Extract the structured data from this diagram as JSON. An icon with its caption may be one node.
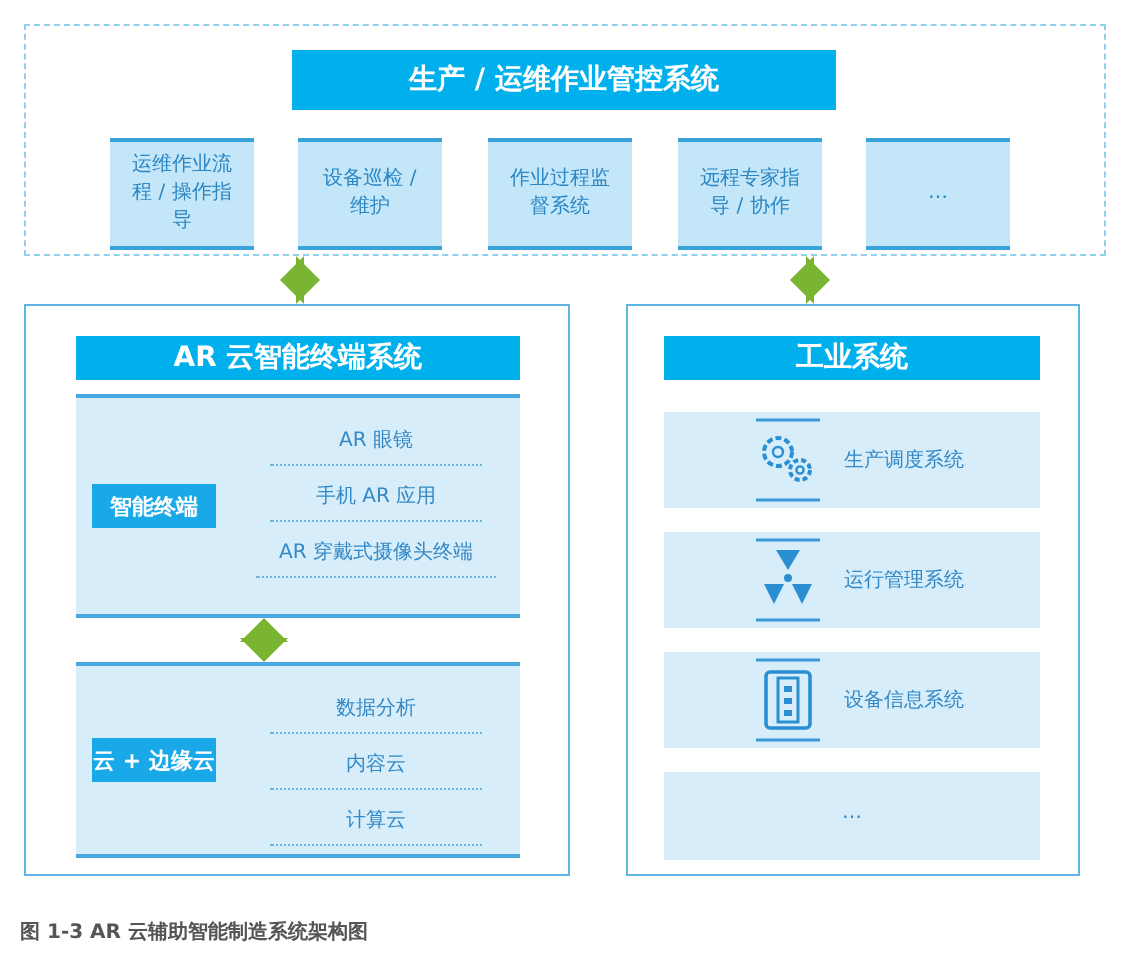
{
  "diagram": {
    "nodes": [
      {
        "text": [
          "生产 / 运维作业管控系统"
        ]
      },
      {
        "text": [
          "运维作业流程 / 操作指导"
        ],
        "in": 0
      },
      {
        "text": [
          "设备巡检 / 维护"
        ],
        "in": 0
      },
      {
        "text": [
          "作业过程监督系统"
        ],
        "in": 0
      },
      {
        "text": [
          "远程专家指导 / 协作"
        ],
        "in": 0
      },
      {
        "text": [
          "…"
        ],
        "in": 0
      },
      {
        "text": [
          "AR 云智能终端系统"
        ]
      },
      {
        "text": [
          "智能终端"
        ],
        "in": 6
      },
      {
        "text": [
          "AR 眼镜"
        ],
        "in": 7
      },
      {
        "text": [
          "手机 AR 应用"
        ],
        "in": 7
      },
      {
        "text": [
          "AR 穿戴式摄像头终端"
        ],
        "in": 7
      },
      {
        "text": [
          "云 + 边缘云"
        ],
        "in": 6
      },
      {
        "text": [
          "数据分析"
        ],
        "in": 11
      },
      {
        "text": [
          "内容云"
        ],
        "in": 11
      },
      {
        "text": [
          "计算云"
        ],
        "in": 11
      },
      {
        "text": [
          "工业系统"
        ]
      },
      {
        "text": [
          "生产调度系统"
        ],
        "in": 15
      },
      {
        "text": [
          "运行管理系统"
        ],
        "in": 15
      },
      {
        "text": [
          "设备信息系统"
        ],
        "in": 15
      },
      {
        "text": [
          "…"
        ],
        "in": 15
      }
    ],
    "edges": [
      {
        "from": 0,
        "to": 6,
        "arrow": "both"
      },
      {
        "from": 0,
        "to": 15,
        "arrow": "both"
      },
      {
        "from": 7,
        "to": 11,
        "arrow": "both"
      }
    ],
    "caption": "图 1-3 AR 云辅助智能制造系统架构图"
  }
}
